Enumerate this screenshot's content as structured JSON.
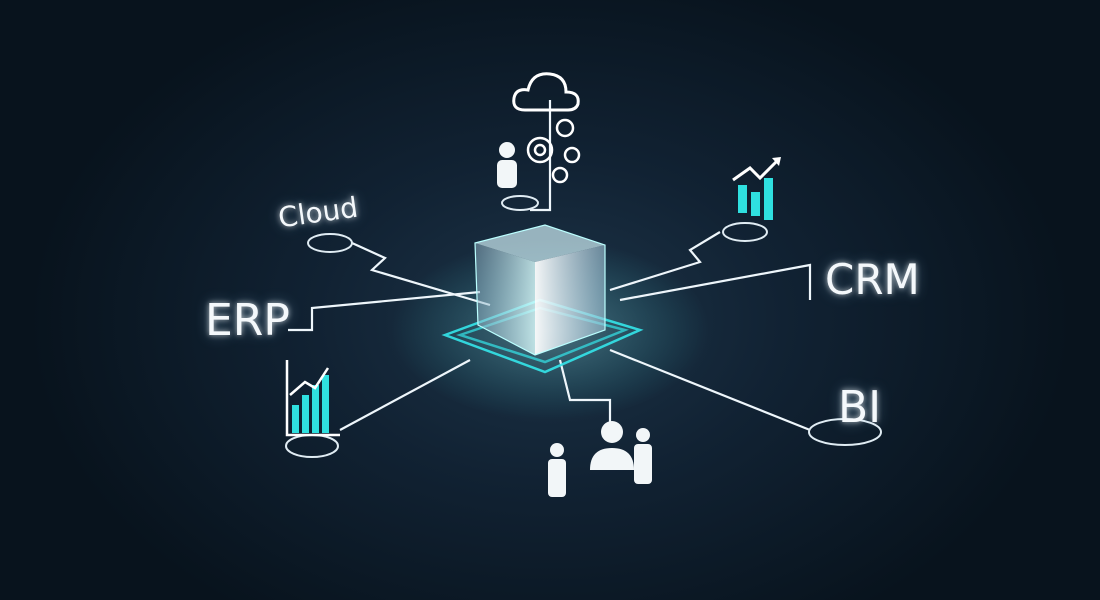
{
  "labels": {
    "cloud": "Cloud",
    "erp": "ERP",
    "crm": "CRM",
    "bi": "BI"
  },
  "colors": {
    "accent": "#2fe0e0",
    "line": "#e8f2f8",
    "background": "#0f1e2c"
  },
  "icons": [
    "cloud-icon",
    "gears-icon",
    "person-icon",
    "bar-chart-icon",
    "people-icon",
    "data-cube-icon"
  ]
}
